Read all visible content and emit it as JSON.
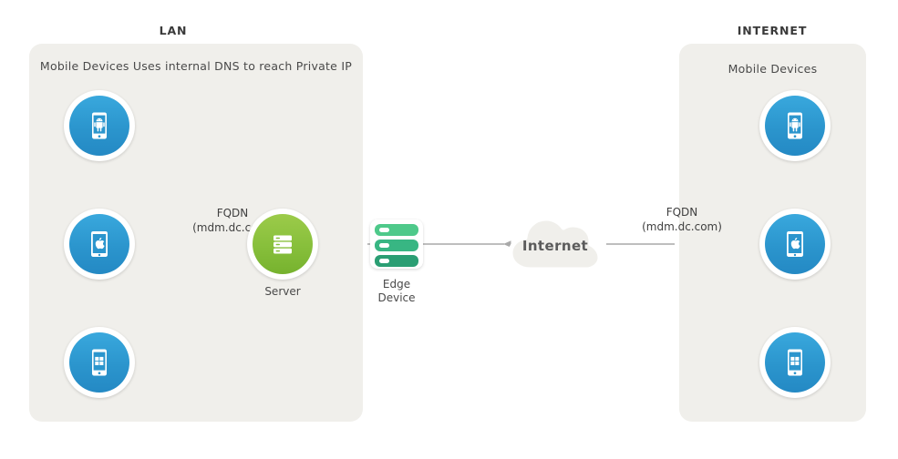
{
  "diagram": {
    "title_lan": "LAN",
    "title_internet": "INTERNET"
  },
  "lan_zone": {
    "caption": "Mobile Devices Uses internal DNS to reach Private IP",
    "devices": [
      {
        "name": "android-phone",
        "icon": "android-phone-icon"
      },
      {
        "name": "apple-tablet",
        "icon": "apple-tablet-icon"
      },
      {
        "name": "windows-phone",
        "icon": "windows-phone-icon"
      }
    ],
    "fqdn_label": "FQDN\n(mdm.dc.com)",
    "server": {
      "label": "Server",
      "icon": "server-icon"
    }
  },
  "edge": {
    "label": "Edge\nDevice",
    "icon": "edge-device-icon"
  },
  "cloud": {
    "label": "Internet",
    "icon": "cloud-icon"
  },
  "internet_zone": {
    "caption": "Mobile Devices",
    "fqdn_label": "FQDN\n(mdm.dc.com)",
    "devices": [
      {
        "name": "android-phone",
        "icon": "android-phone-icon"
      },
      {
        "name": "apple-tablet",
        "icon": "apple-tablet-icon"
      },
      {
        "name": "windows-phone",
        "icon": "windows-phone-icon"
      }
    ]
  },
  "colors": {
    "zone_fill": "#f0efeb",
    "device_blue": "#2b95cd",
    "server_green": "#87bf3b",
    "edge_green": "#38b683",
    "wire_gray": "#a9a9a9",
    "text_dark": "#3a3a3a"
  }
}
